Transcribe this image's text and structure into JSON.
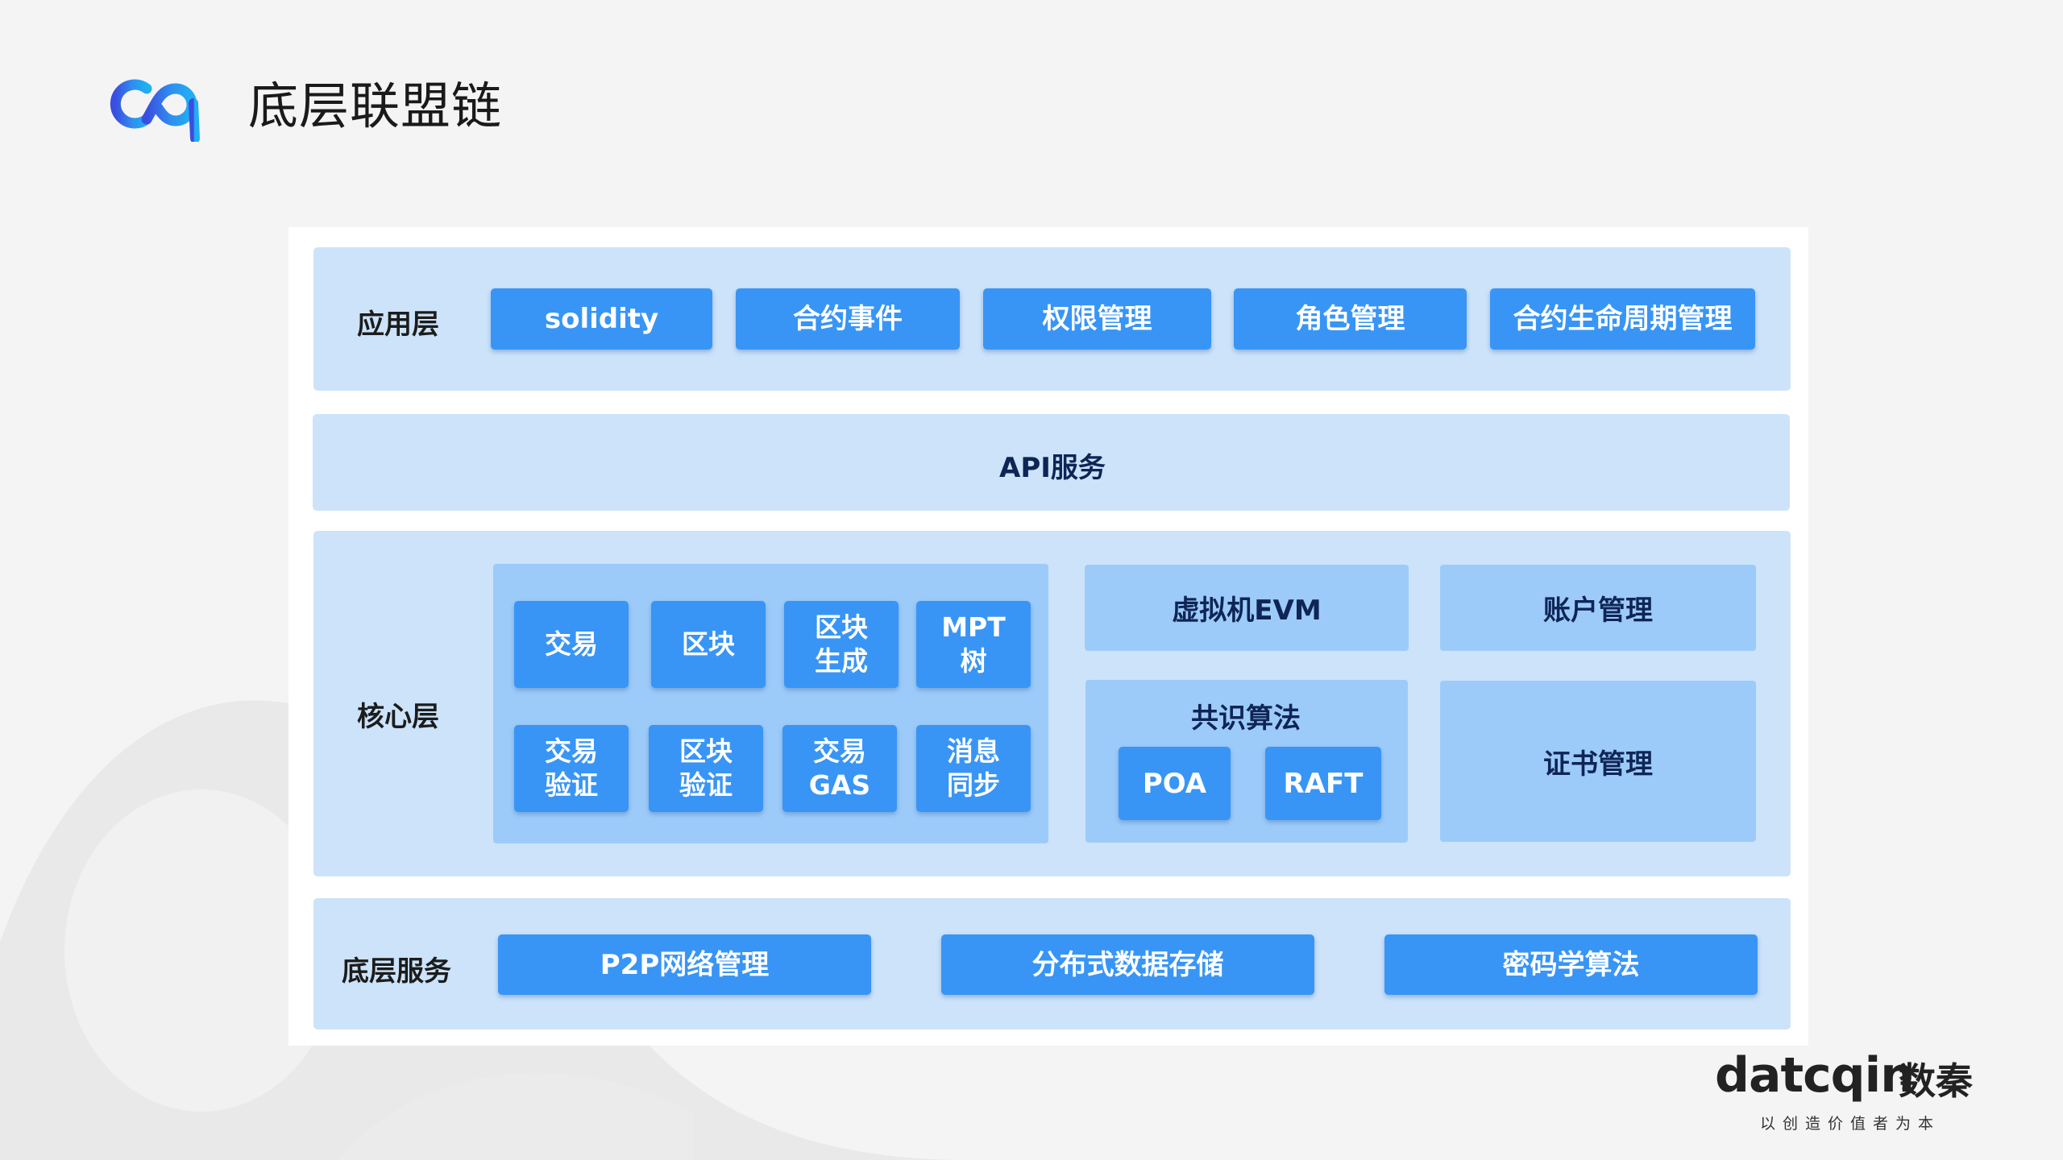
{
  "title": "底层联盟链",
  "application_layer": {
    "label": "应用层",
    "items": [
      "solidity",
      "合约事件",
      "权限管理",
      "角色管理",
      "合约生命周期管理"
    ]
  },
  "api_layer": {
    "label": "API服务"
  },
  "core_layer": {
    "label": "核心层",
    "modules": [
      [
        "交易"
      ],
      [
        "区块"
      ],
      [
        "区块",
        "生成"
      ],
      [
        "MPT",
        "树"
      ],
      [
        "交易",
        "验证"
      ],
      [
        "区块",
        "验证"
      ],
      [
        "交易",
        "GAS"
      ],
      [
        "消息",
        "同步"
      ]
    ],
    "evm": "虚拟机EVM",
    "account": "账户管理",
    "consensus": {
      "label": "共识算法",
      "items": [
        "POA",
        "RAFT"
      ]
    },
    "certificate": "证书管理"
  },
  "base_layer": {
    "label": "底层服务",
    "items": [
      "P2P网络管理",
      "分布式数据存储",
      "密码学算法"
    ]
  },
  "brand": {
    "wordmark": "datcqin",
    "cn_name": "数秦",
    "slogan": "以创造价值者为本"
  },
  "colors": {
    "accent": "#3895f5",
    "row_bg": "#cce3fa",
    "sub_bg": "#9dcbf9",
    "dark_text": "#0e2556"
  }
}
